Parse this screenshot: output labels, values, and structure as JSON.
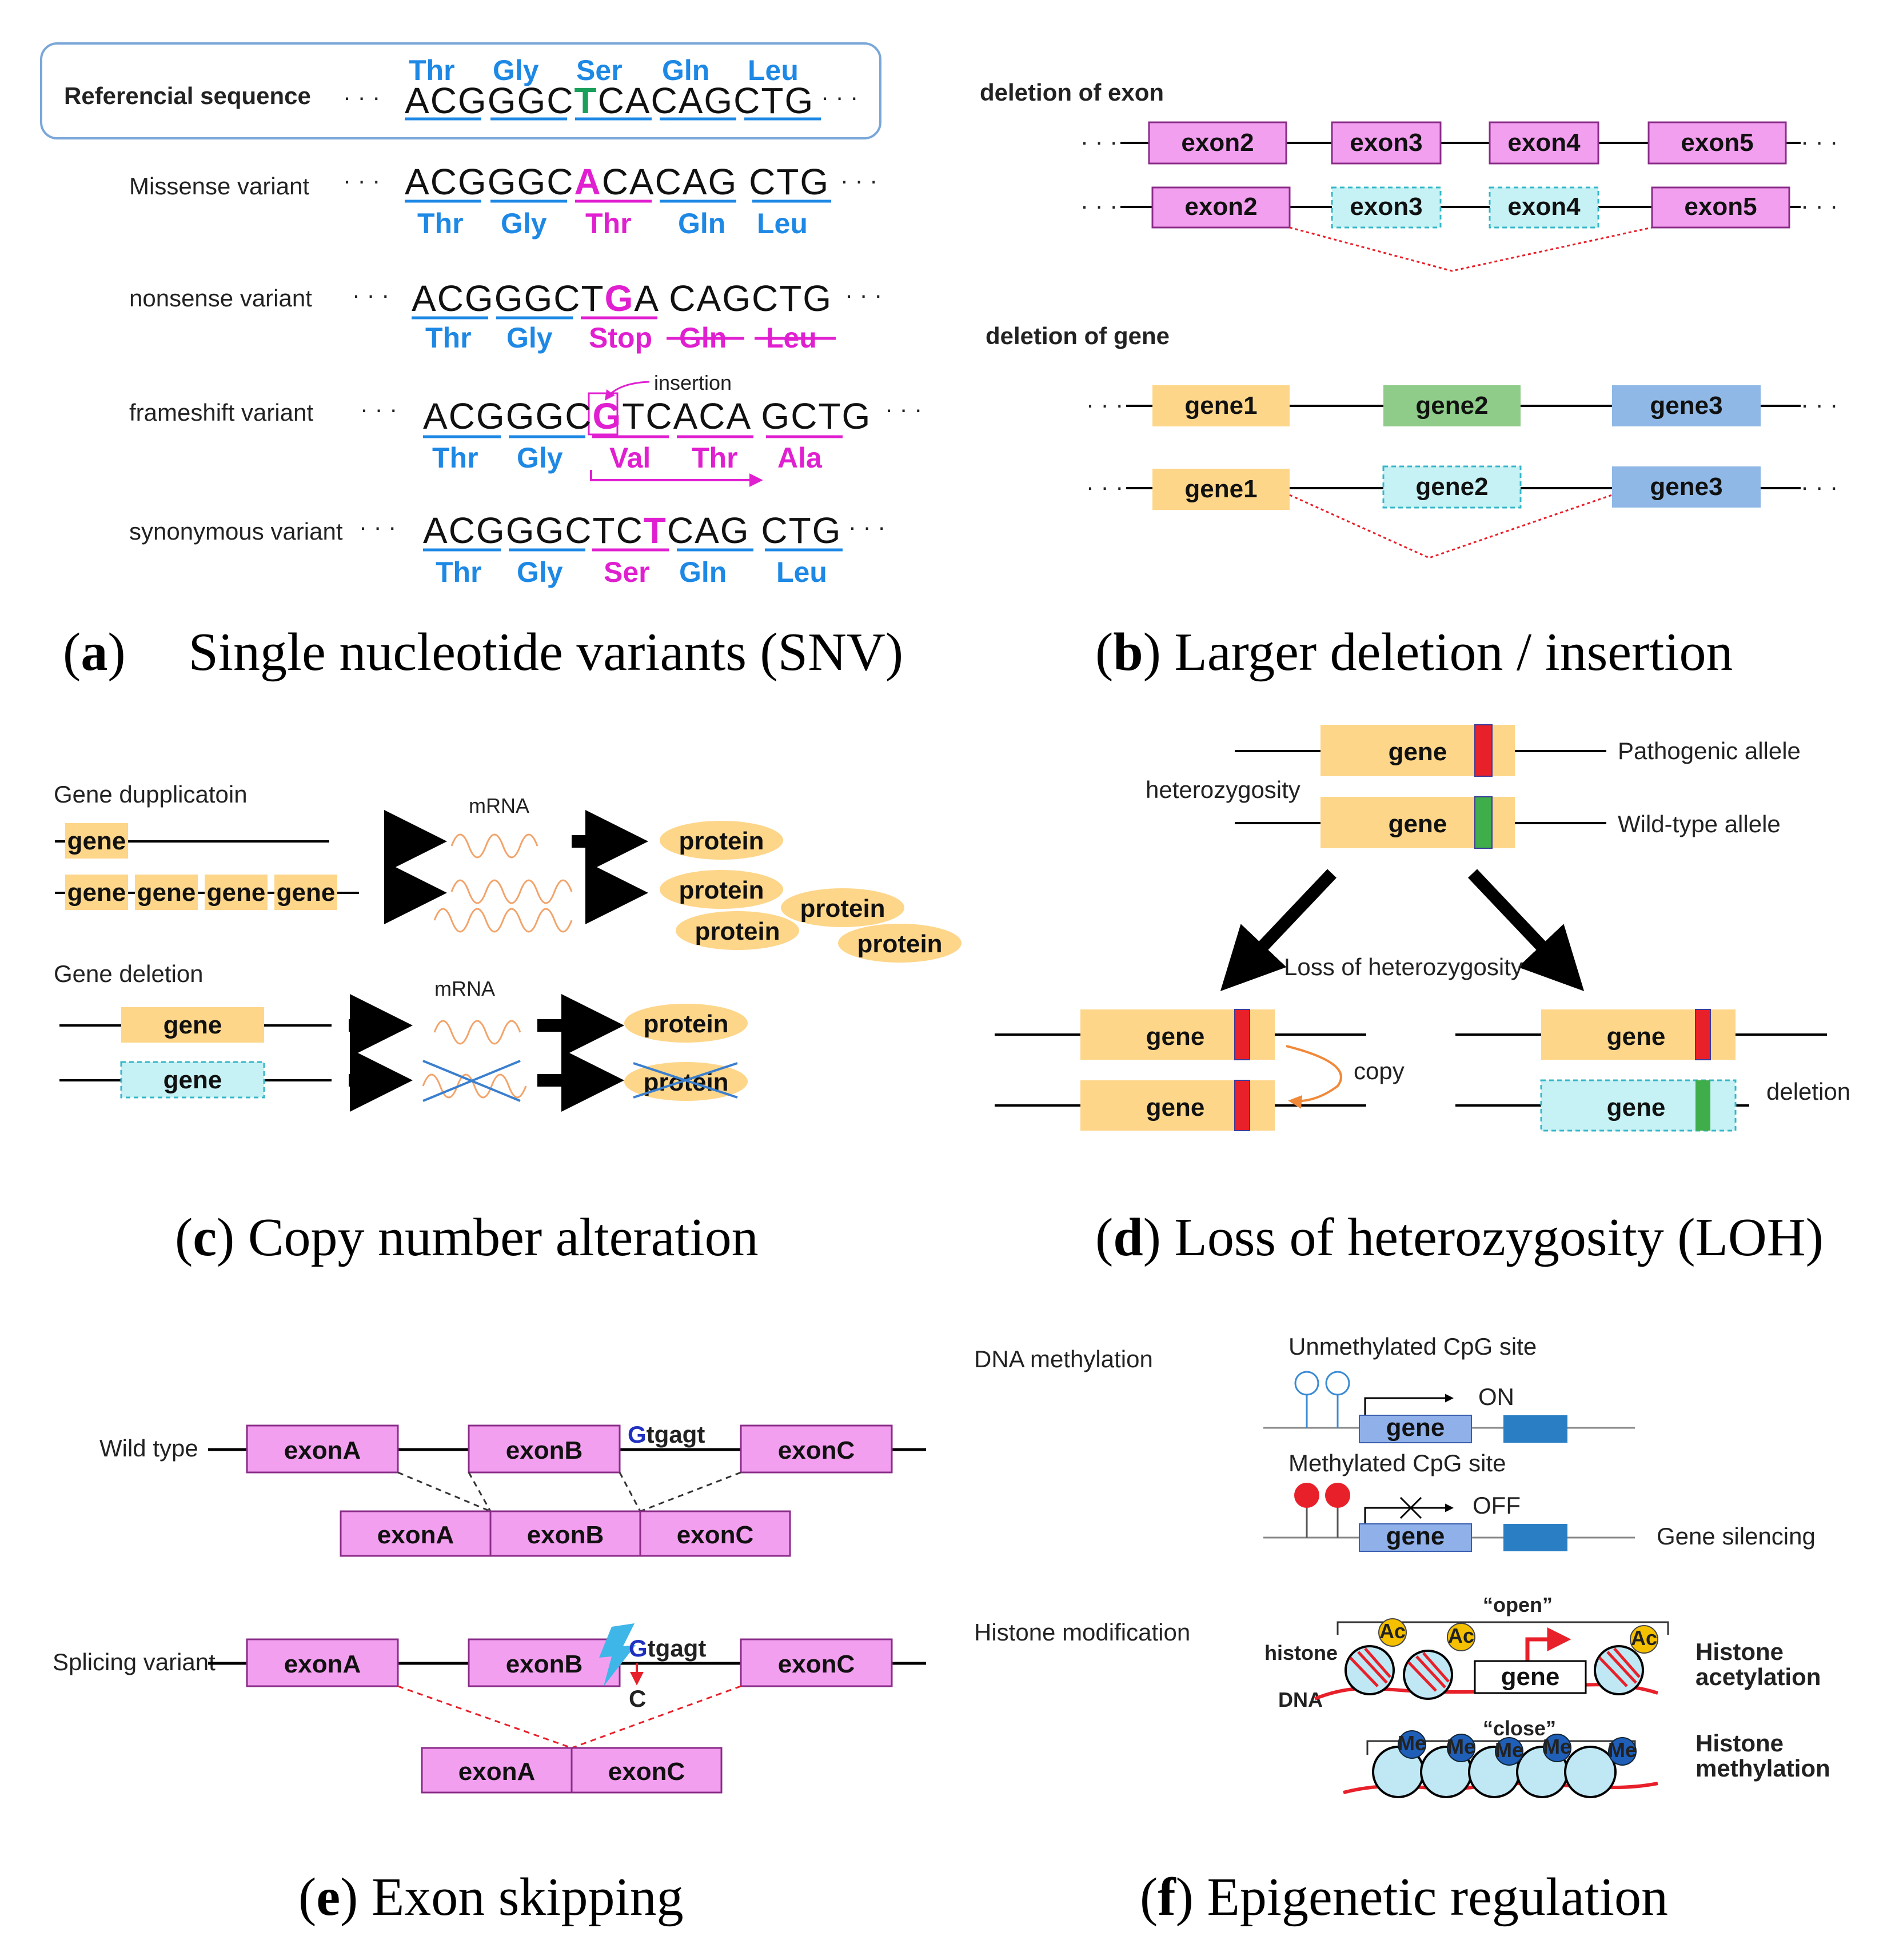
{
  "panel_a": {
    "caption_letter": "a",
    "caption_text": "Single nucleotide variants (SNV)",
    "ref_label": "Referencial sequence",
    "ref_aa": [
      "Thr",
      "Gly",
      "Ser",
      "Gln",
      "Leu"
    ],
    "ref_seq_1": "ACGGGC",
    "ref_seq_mut": "T",
    "ref_seq_2": "CACAGCTG",
    "dots": "· · ·",
    "missense_label": "Missense variant",
    "missense_seq_1": "ACGGGC",
    "missense_seq_mut": "A",
    "missense_seq_2": "CACAG CTG",
    "missense_aa": [
      "Thr",
      "Gly",
      "Thr",
      "Gln",
      "Leu"
    ],
    "nonsense_label": "nonsense variant",
    "nonsense_seq_1": "ACGGGCT",
    "nonsense_seq_mut": "G",
    "nonsense_seq_2": "A CAGCTG",
    "nonsense_aa": [
      "Thr",
      "Gly",
      "Stop",
      "Gln",
      "Leu"
    ],
    "frameshift_label": "frameshift variant",
    "frameshift_seq_1": "ACGGGC",
    "frameshift_seq_mut": "G",
    "frameshift_seq_2": "TCACA GCTG",
    "insertion_label": "insertion",
    "frameshift_aa": [
      "Thr",
      "Gly",
      "Val",
      "Thr",
      "Ala"
    ],
    "synonymous_label": "synonymous variant",
    "synonymous_seq_1": "ACGGGCTC",
    "synonymous_seq_mut": "T",
    "synonymous_seq_2": "CAG CTG",
    "synonymous_aa": [
      "Thr",
      "Gly",
      "Ser",
      "Gln",
      "Leu"
    ]
  },
  "panel_b": {
    "caption_letter": "b",
    "caption_text": "Larger deletion / insertion",
    "exon_title": "deletion of exon",
    "exons": [
      "exon2",
      "exon3",
      "exon4",
      "exon5"
    ],
    "gene_title": "deletion of gene",
    "genes": [
      "gene1",
      "gene2",
      "gene3"
    ]
  },
  "panel_c": {
    "caption_letter": "c",
    "caption_text": "Copy number alteration",
    "dup_title": "Gene dupplicatoin",
    "del_title": "Gene deletion",
    "gene": "gene",
    "mrna": "mRNA",
    "protein": "protein"
  },
  "panel_d": {
    "caption_letter": "d",
    "caption_text": "Loss of heterozygosity (LOH)",
    "gene": "gene",
    "pathogenic": "Pathogenic allele",
    "wildtype": "Wild-type allele",
    "heterozygosity": "heterozygosity",
    "loss": "Loss of heterozygosity",
    "copy": "copy",
    "deletion": "deletion"
  },
  "panel_e": {
    "caption_letter": "e",
    "caption_text": "Exon skipping",
    "wild_label": "Wild type",
    "splice_label": "Splicing variant",
    "exonA": "exonA",
    "exonB": "exonB",
    "exonC": "exonC",
    "donor_G": "G",
    "donor_rest": "tgagt",
    "mut_C": "C"
  },
  "panel_f": {
    "caption_letter": "f",
    "caption_text": "Epigenetic regulation",
    "dna_meth": "DNA methylation",
    "unmeth": "Unmethylated CpG site",
    "on": "ON",
    "meth": "Methylated CpG site",
    "off": "OFF",
    "gene": "gene",
    "silencing": "Gene silencing",
    "histone_mod": "Histone modification",
    "open": "“open”",
    "close": "“close”",
    "histone": "histone",
    "dna": "DNA",
    "ac": "Ac",
    "me": "Me",
    "acetyl_1": "Histone",
    "acetyl_2": "acetylation",
    "methyl_1": "Histone",
    "methyl_2": "methylation"
  },
  "colors": {
    "exon_pink": "#f39ff0",
    "deleted_cyan": "#c7f2f5",
    "gene_orange": "#fdd68a",
    "gene_green": "#8fcc8a",
    "gene_blue": "#8fb8e6",
    "aa_blue": "#1e88e5",
    "magenta": "#e020d0",
    "red": "#e8202a"
  }
}
